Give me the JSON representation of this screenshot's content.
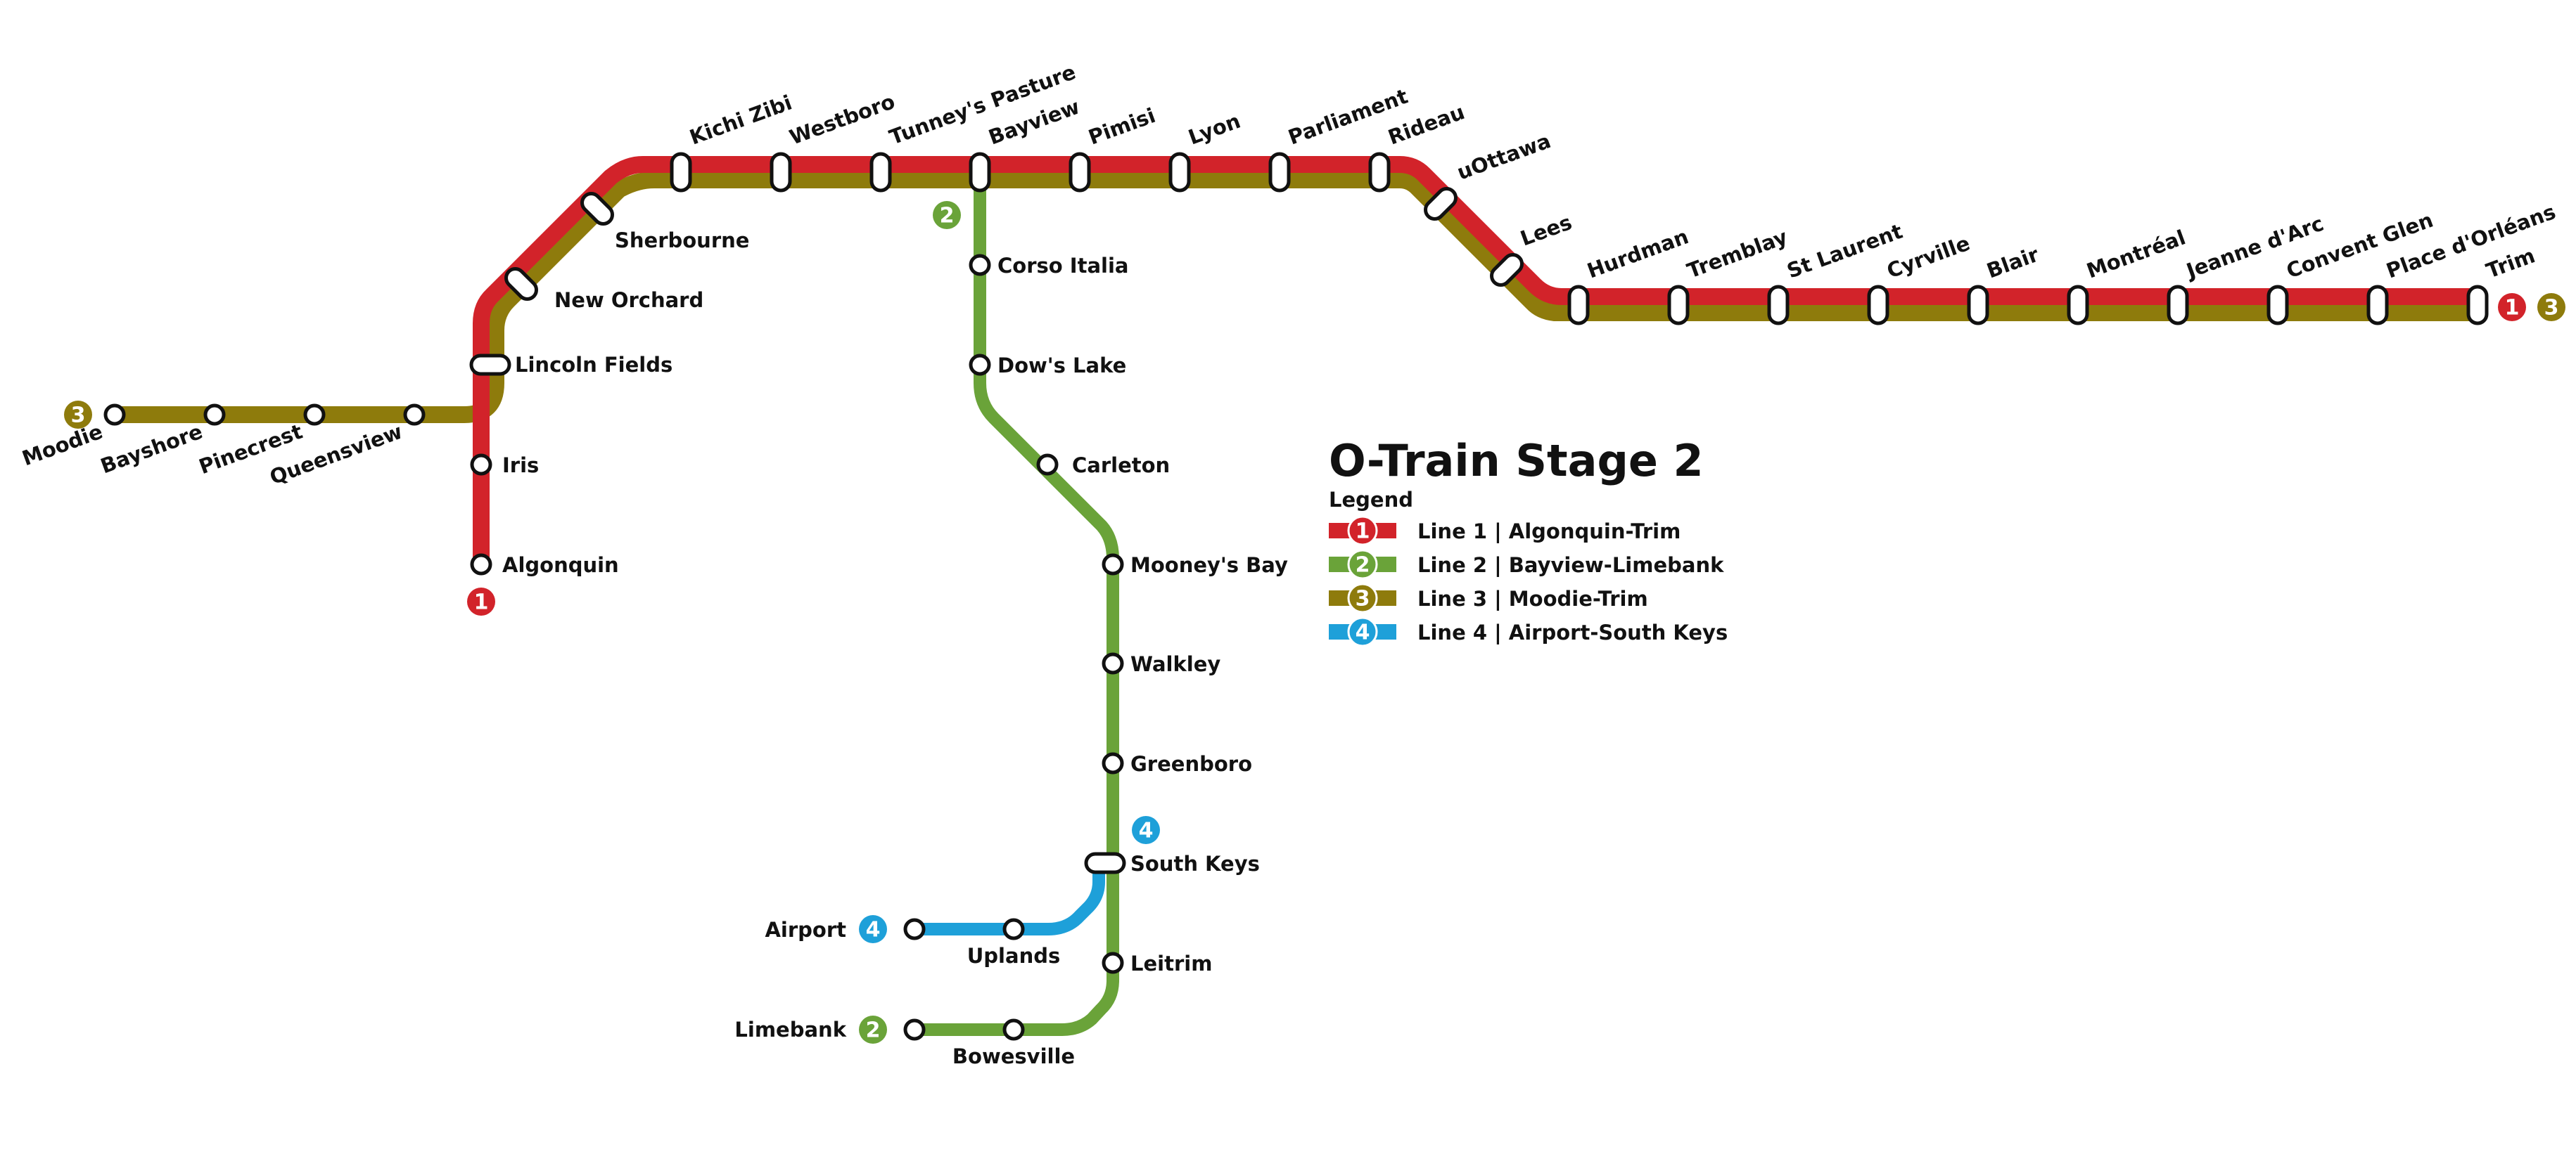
{
  "map": {
    "title": "O-Train Stage 2",
    "legend_heading": "Legend"
  },
  "colors": {
    "line1": "#d2232a",
    "line2": "#6aa339",
    "line3": "#8e7b0c",
    "line4": "#1ea0d9",
    "station_fill": "#ffffff",
    "station_stroke": "#111111",
    "text": "#111111"
  },
  "lines": [
    {
      "id": "1",
      "name": "Line 1 | Algonquin-Trim",
      "color_key": "line1"
    },
    {
      "id": "2",
      "name": "Line 2 | Bayview-Limebank",
      "color_key": "line2"
    },
    {
      "id": "3",
      "name": "Line 3 | Moodie-Trim",
      "color_key": "line3"
    },
    {
      "id": "4",
      "name": "Line 4 | Airport-South Keys",
      "color_key": "line4"
    }
  ],
  "stations": {
    "moodie": "Moodie",
    "bayshore": "Bayshore",
    "pinecrest": "Pinecrest",
    "queensview": "Queensview",
    "lincoln_fields": "Lincoln Fields",
    "iris": "Iris",
    "algonquin": "Algonquin",
    "new_orchard": "New Orchard",
    "sherbourne": "Sherbourne",
    "kichi_zibi": "Kichi Zibi",
    "westboro": "Westboro",
    "tunneys_pasture": "Tunney's Pasture",
    "bayview": "Bayview",
    "pimisi": "Pimisi",
    "lyon": "Lyon",
    "parliament": "Parliament",
    "rideau": "Rideau",
    "uottawa": "uOttawa",
    "lees": "Lees",
    "hurdman": "Hurdman",
    "tremblay": "Tremblay",
    "st_laurent": "St Laurent",
    "cyrville": "Cyrville",
    "blair": "Blair",
    "montreal": "Montréal",
    "jeanne_darc": "Jeanne d'Arc",
    "convent_glen": "Convent Glen",
    "place_dorleans": "Place d'Orléans",
    "trim": "Trim",
    "corso_italia": "Corso Italia",
    "dows_lake": "Dow's Lake",
    "carleton": "Carleton",
    "mooneys_bay": "Mooney's Bay",
    "walkley": "Walkley",
    "greenboro": "Greenboro",
    "south_keys": "South Keys",
    "leitrim": "Leitrim",
    "bowesville": "Bowesville",
    "limebank": "Limebank",
    "uplands": "Uplands",
    "airport": "Airport"
  }
}
